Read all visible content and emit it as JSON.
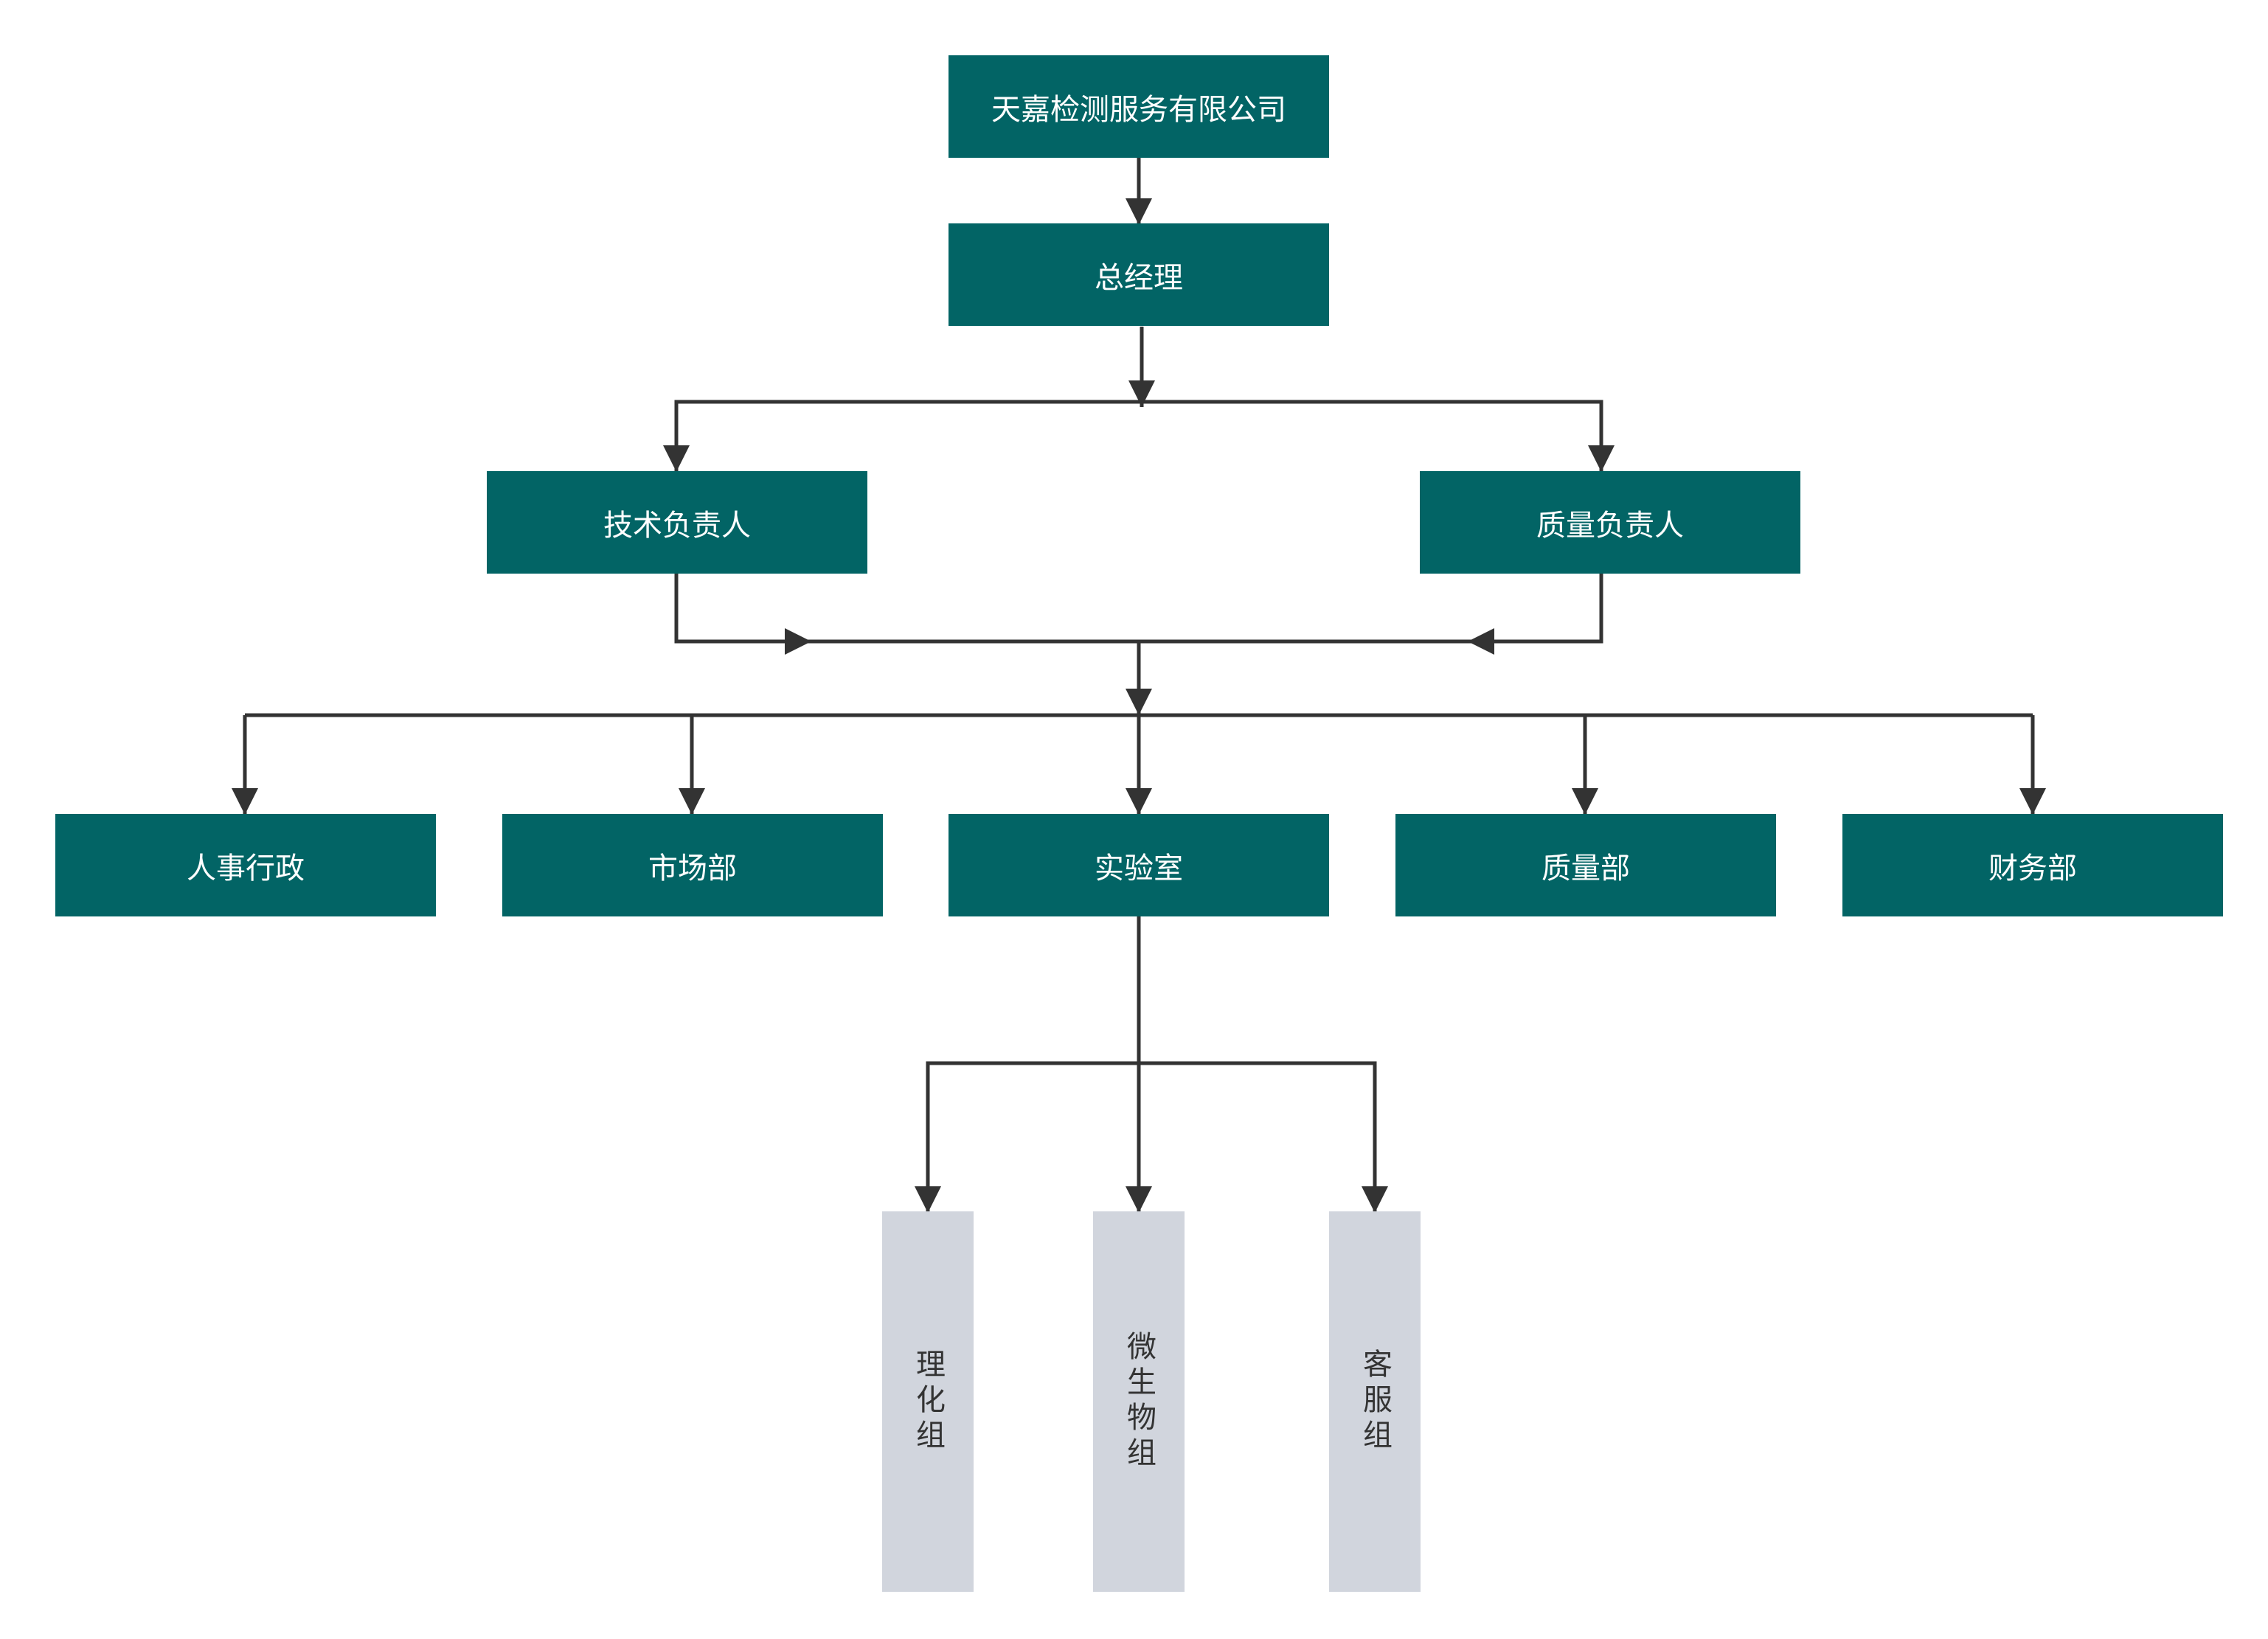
{
  "nodes": {
    "company": "天嘉检测服务有限公司",
    "gm": "总经理",
    "tech_lead": "技术负责人",
    "quality_lead": "质量负责人",
    "hr": "人事行政",
    "market": "市场部",
    "lab": "实验室",
    "quality_dept": "质量部",
    "finance": "财务部",
    "phys_chem": "理化组",
    "microbio": "微生物组",
    "service": "客服组"
  },
  "colors": {
    "box_fill": "#026465",
    "box_text": "#ffffff",
    "subgroup_fill": "#d1d5dd",
    "subgroup_text": "#333333",
    "connector": "#333333"
  }
}
